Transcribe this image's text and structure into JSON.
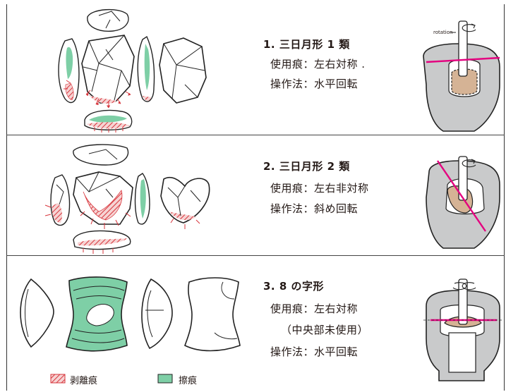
{
  "rows": [
    {
      "title": "1. 三日月形 1 類",
      "wear_line": "使用痕：左右対称 .",
      "operation_line": "操作法：水平回転",
      "rotation_label": "rotation"
    },
    {
      "title": "2. 三日月形 2 類",
      "wear_line": "使用痕：左右非対称",
      "operation_line": "操作法：斜め回転"
    },
    {
      "title": "3. 8 の字形",
      "wear_line": "使用痕：左右対称",
      "note_line": "（中央部未使用）",
      "operation_line": "操作法：水平回転"
    }
  ],
  "legend": {
    "flake_scar_label": "剥離痕",
    "polish_label": "擦痕"
  },
  "colors": {
    "polish_green": "#7ecfa6",
    "flake_red": "#d7343b",
    "axis_magenta": "#e4007f",
    "container_gray": "#c9cacb",
    "tool_tan": "#d5b395"
  }
}
